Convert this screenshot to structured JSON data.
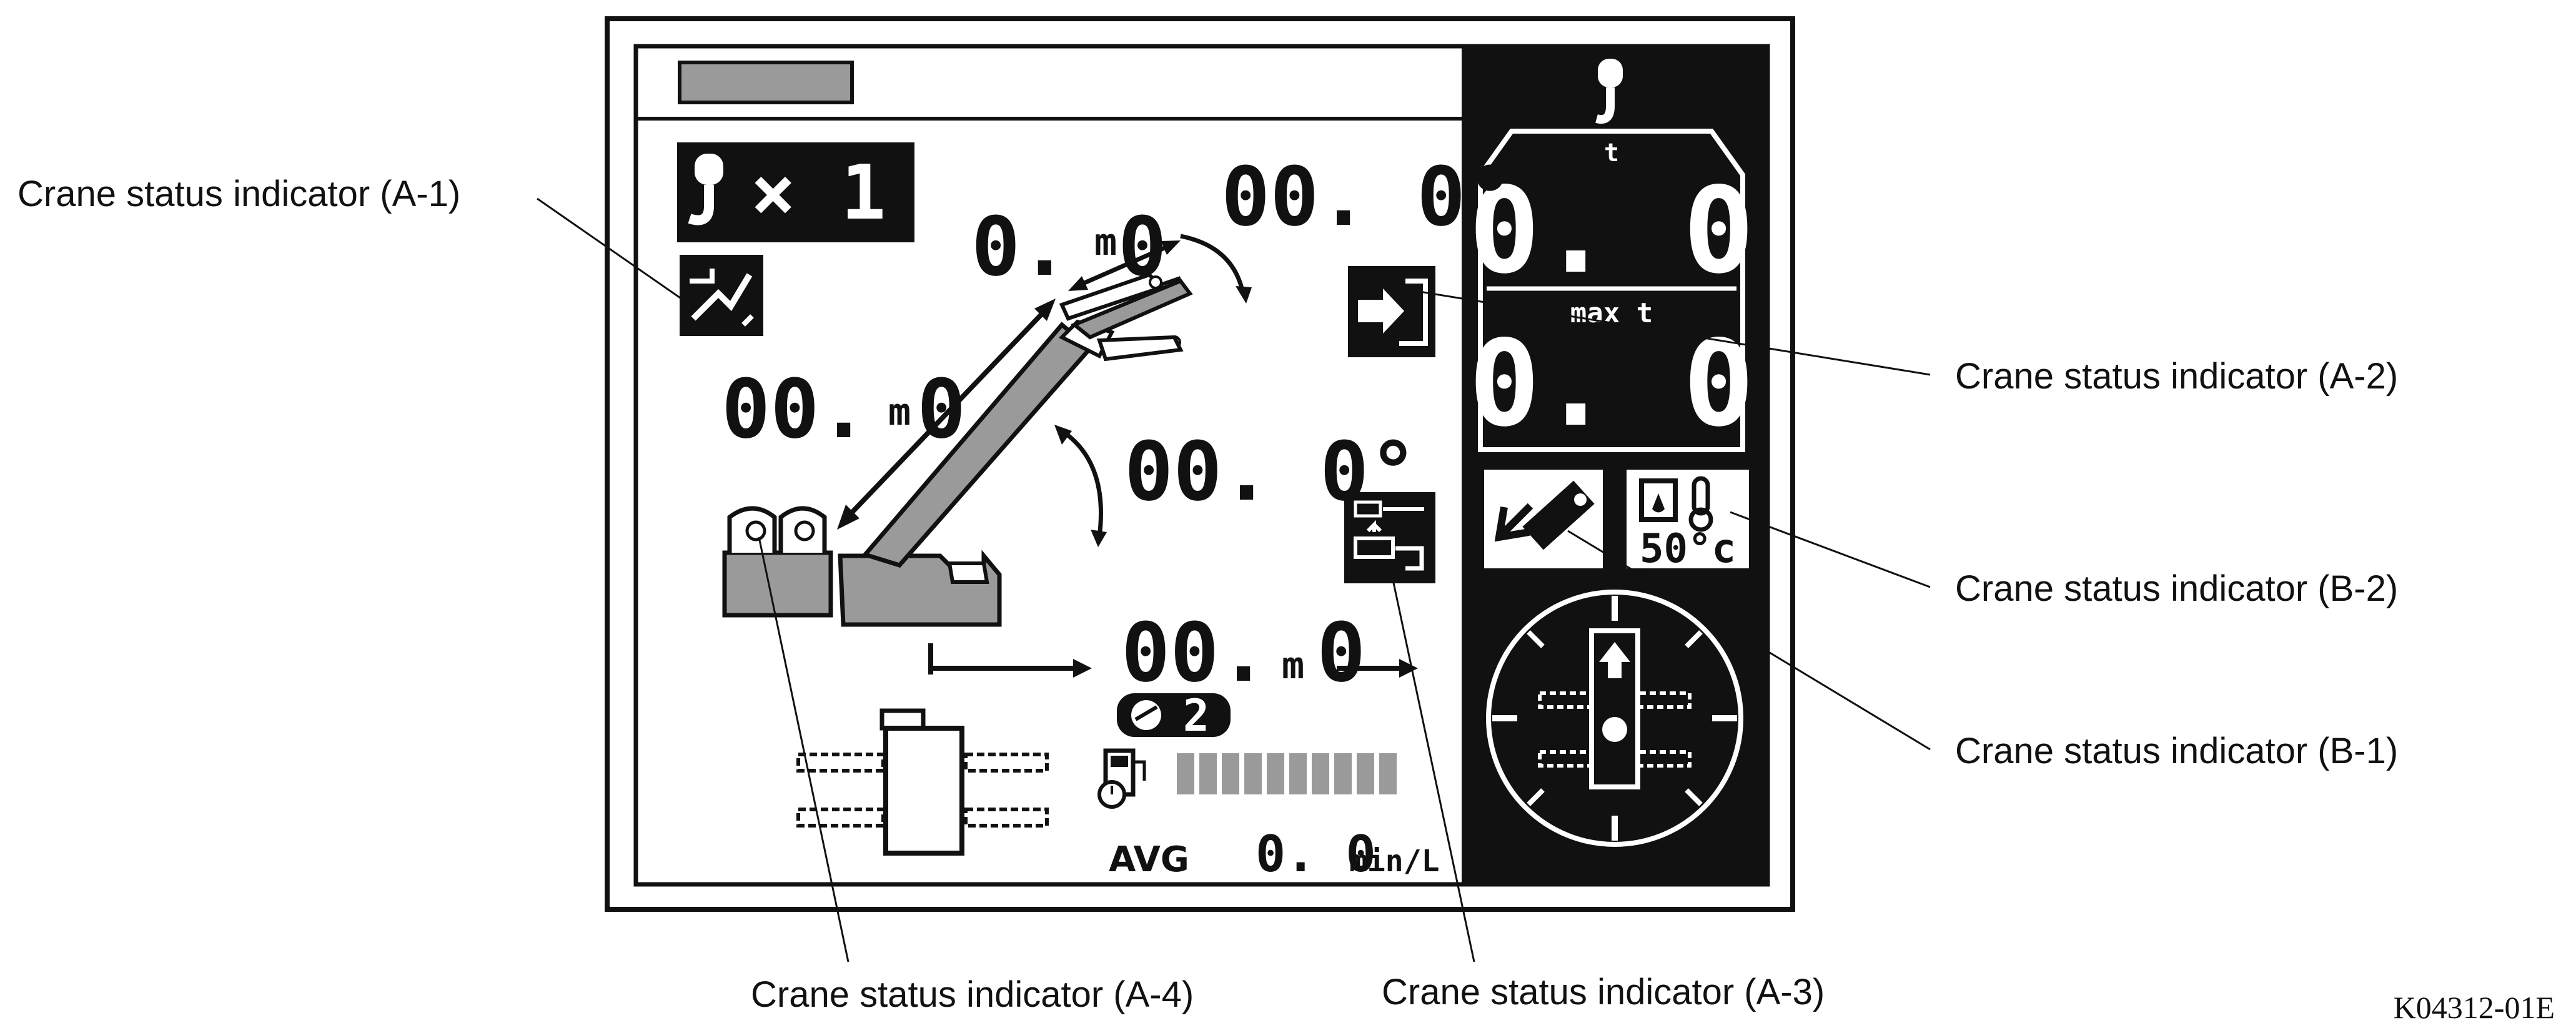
{
  "display": {
    "hook_multiplier": "× 1",
    "boom_length_top": "0. 0",
    "unit_m": "m",
    "boom_angle_top": "00. 0°",
    "boom_length_left": "00. 0",
    "boom_angle_mid": "00. 0°",
    "work_radius": "00. 0",
    "gear_number": "2",
    "avg_label": "AVG",
    "avg_value": "0. 0",
    "avg_unit": "min/L"
  },
  "load_panel": {
    "unit_t": "t",
    "load_value": "0. 0",
    "max_label": "max t",
    "max_value": "0. 0",
    "temperature": "50°c"
  },
  "fuel_bar": {
    "segments": 10
  },
  "callouts": {
    "a1": "Crane status indicator (A-1)",
    "a2": "Crane status indicator (A-2)",
    "a3": "Crane status indicator (A-3)",
    "a4": "Crane status indicator (A-4)",
    "b1": "Crane status indicator (B-1)",
    "b2": "Crane status indicator (B-2)"
  },
  "figure_code": "K04312-01E"
}
